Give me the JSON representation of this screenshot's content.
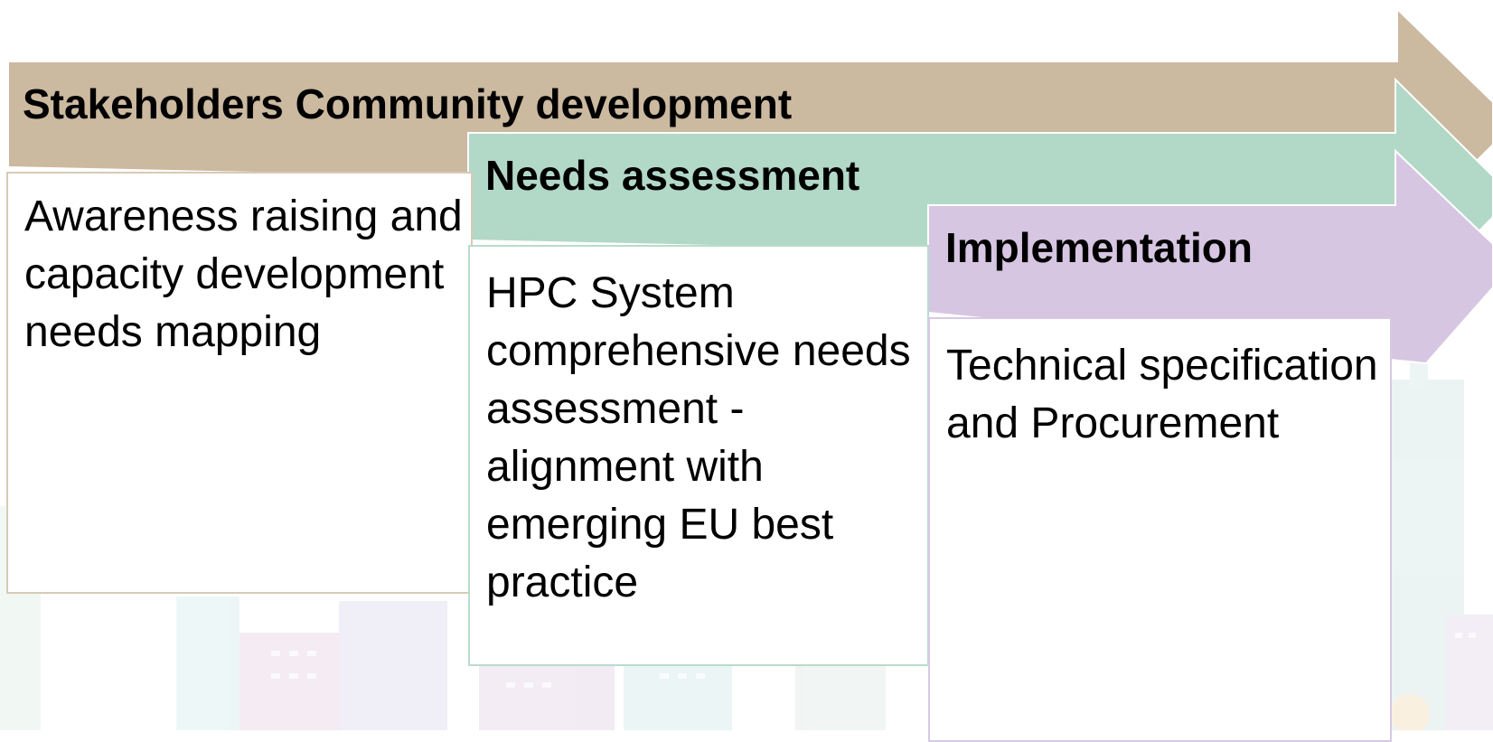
{
  "stages": [
    {
      "title": "Stakeholders Community development",
      "description": "Awareness raising and capacity development needs mapping",
      "arrow_color": "#cbb9a0",
      "border_color": "#d6cbb6"
    },
    {
      "title": "Needs assessment",
      "description": "HPC System comprehensive needs assessment - alignment with emerging EU best practice",
      "arrow_color": "#b2d8c8",
      "border_color": "#b9dccc"
    },
    {
      "title": "Implementation",
      "description": "Technical specification and Procurement",
      "arrow_color": "#d6c6e2",
      "border_color": "#d7c9e3"
    }
  ],
  "background": {
    "type": "faded city skyline illustration",
    "colors": [
      "#e8dff0",
      "#dff1ec",
      "#f3ece1",
      "#f7eef6"
    ]
  }
}
